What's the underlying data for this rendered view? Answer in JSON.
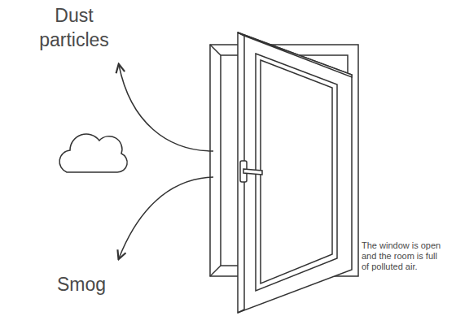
{
  "diagram": {
    "labels": [
      "Dust particles",
      "Smog",
      "The window is open and the room is full of polluted air."
    ]
  }
}
